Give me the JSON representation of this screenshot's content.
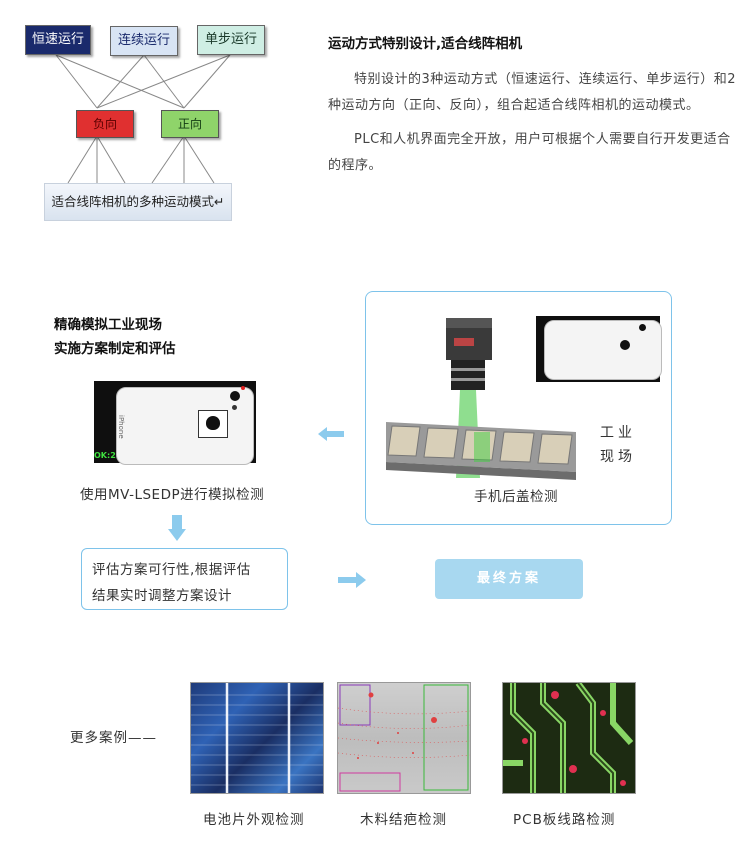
{
  "diagram": {
    "modes": [
      "恒速运行",
      "连续运行",
      "单步运行"
    ],
    "directions": [
      "负向",
      "正向"
    ],
    "caption": "适合线阵相机的多种运动模式↵",
    "colors": {
      "mode1": "#1a2a6c",
      "mode2": "#d8e4f4",
      "mode3": "#cfeee4",
      "neg": "#e03030",
      "pos": "#8fd46a"
    }
  },
  "motion": {
    "title": "运动方式特别设计,适合线阵相机",
    "para1": "特别设计的3种运动方式（恒速运行、连续运行、单步运行）和2种运动方向（正向、反向），组合起适合线阵相机的运动模式。",
    "para2": "PLC和人机界面完全开放，用户可根据个人需要自行开发更适合的程序。"
  },
  "simulation": {
    "title_line1": "精确模拟工业现场",
    "title_line2": "实施方案制定和评估",
    "sim_caption": "使用MV-LSEDP进行模拟检测",
    "sim_ok": "OK:2",
    "phone_text": "iPhone",
    "scene_caption": "手机后盖检测",
    "scene_label_1": "工业",
    "scene_label_2": "现场",
    "evaluate_line1": "评估方案可行性,根据评估",
    "evaluate_line2": "结果实时调整方案设计",
    "final_button": "最终方案",
    "accent": "#7ec3ea",
    "button_color": "#a8d8f0"
  },
  "cases": {
    "label": "更多案例——",
    "items": [
      "电池片外观检测",
      "木料结疤检测",
      "PCB板线路检测"
    ]
  }
}
